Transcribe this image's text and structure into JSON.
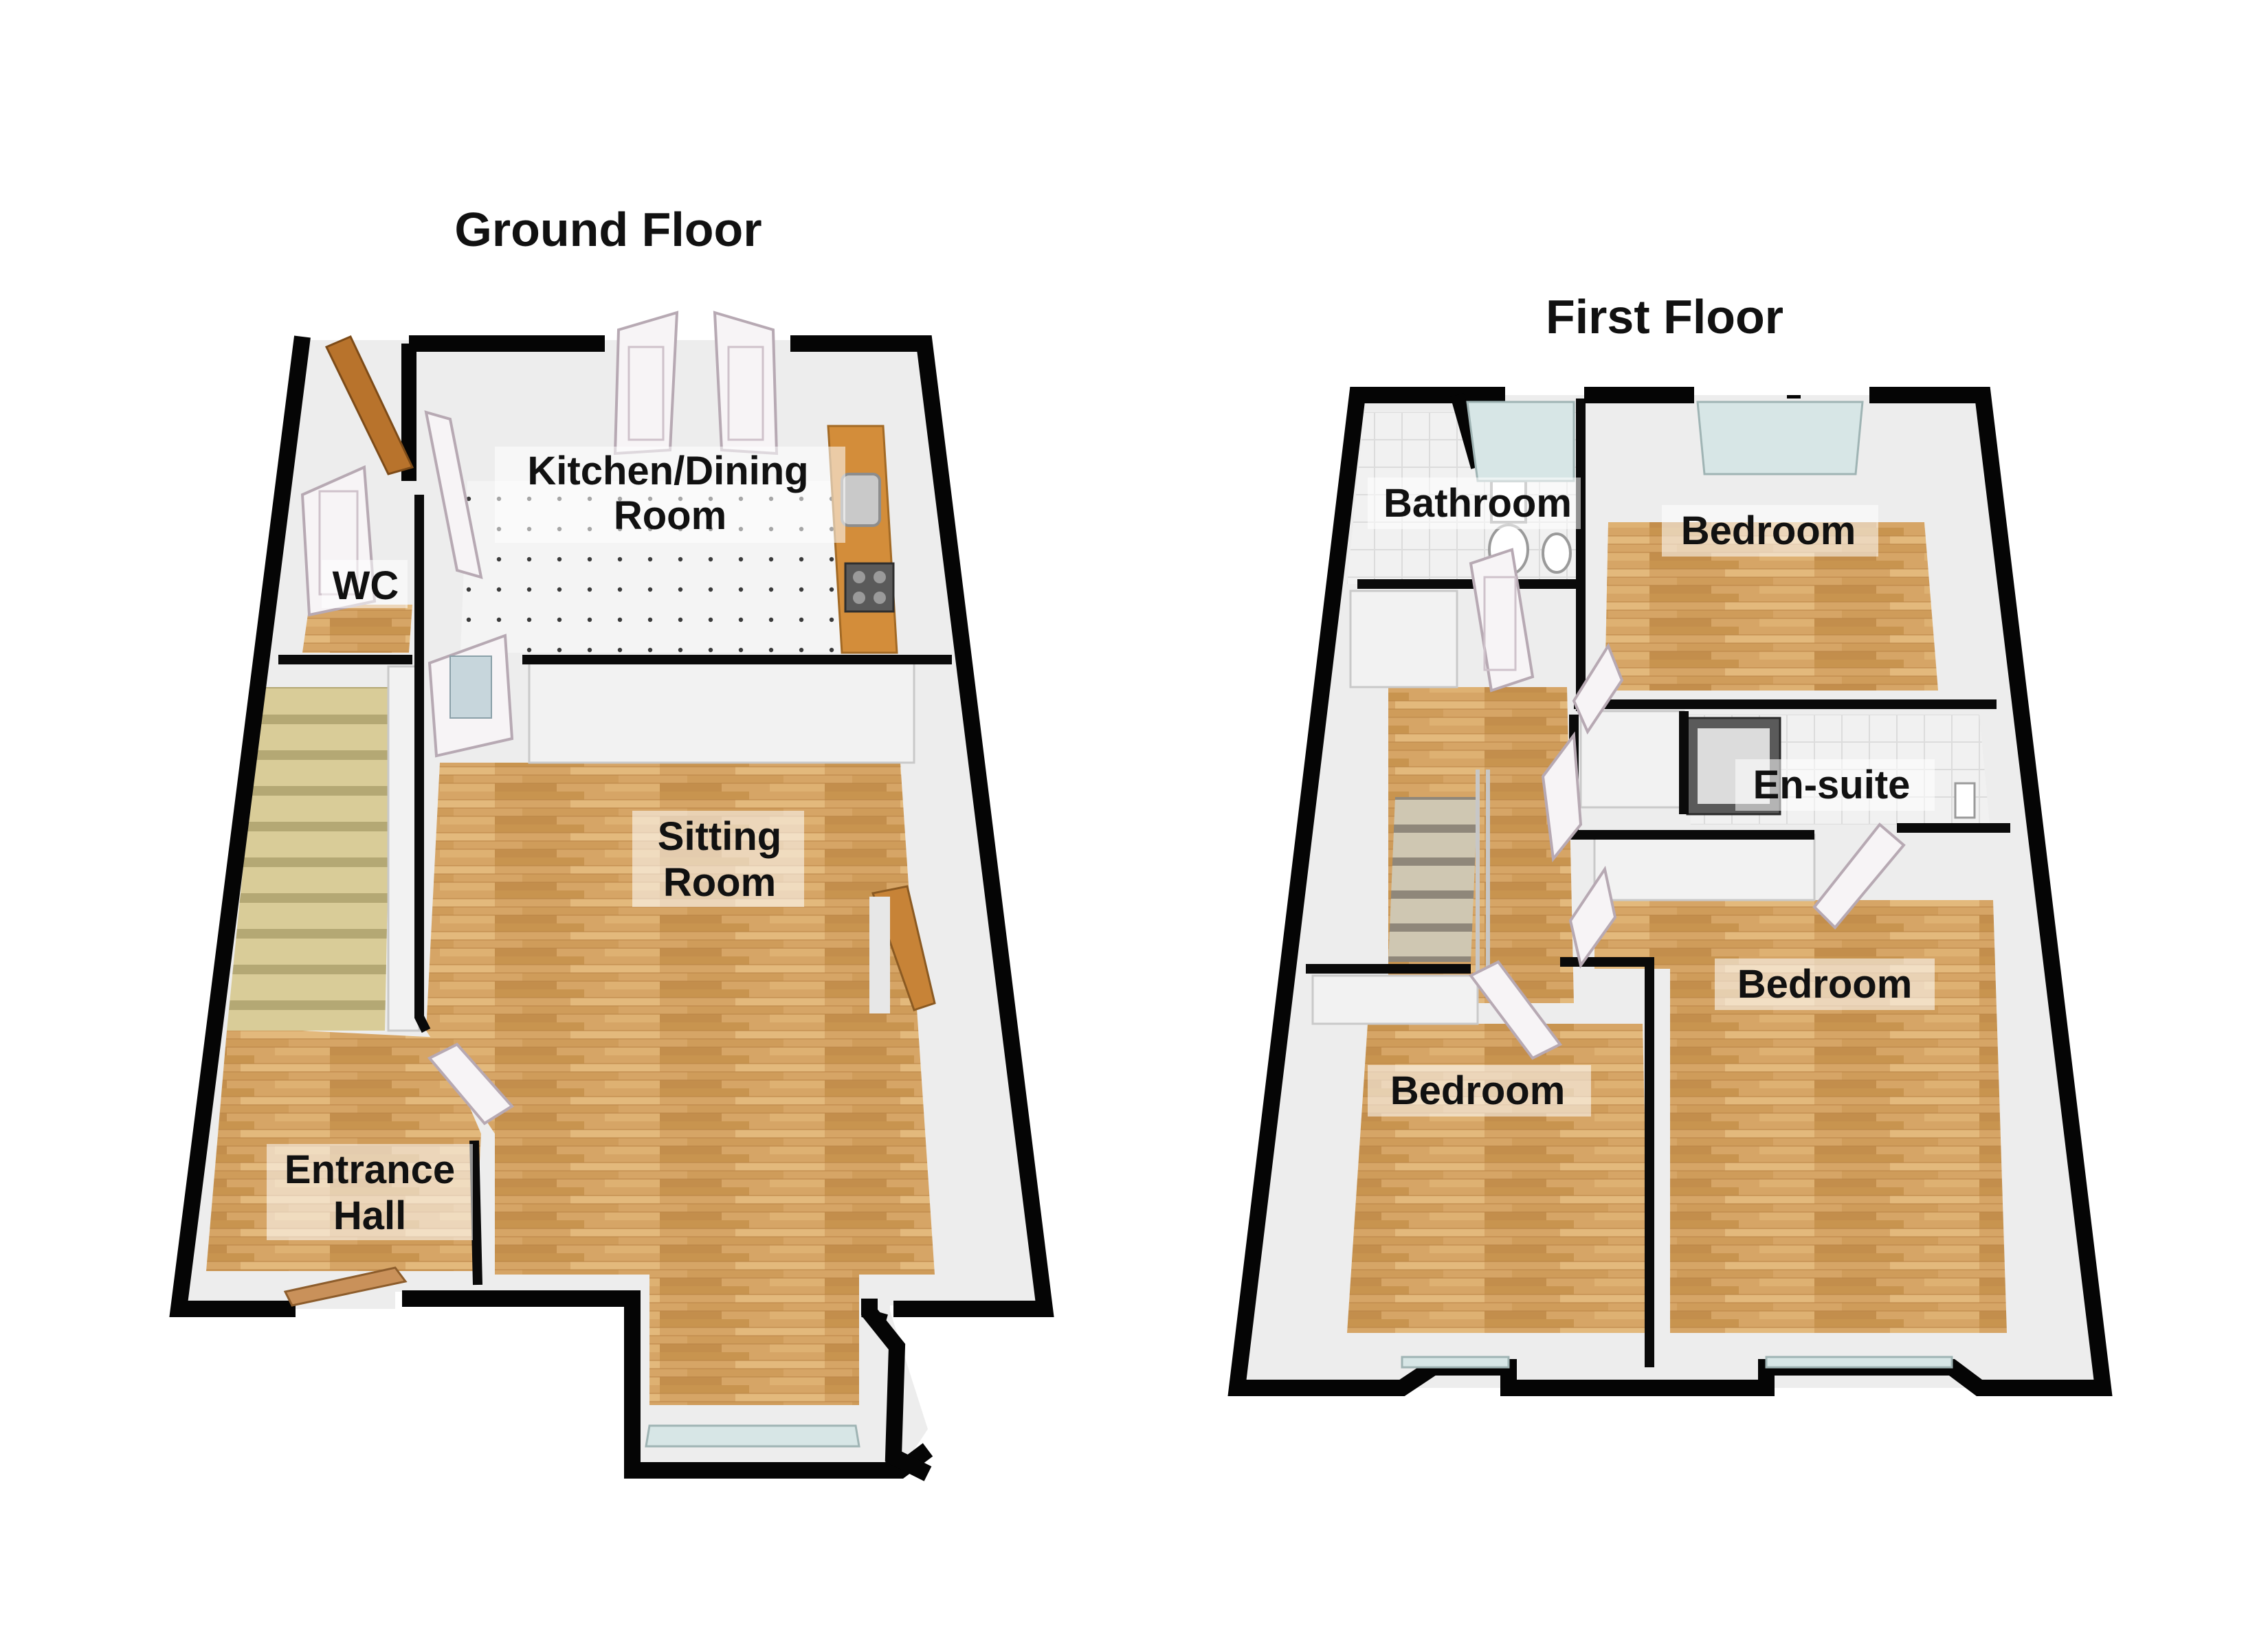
{
  "floors": {
    "ground": {
      "title": "Ground Floor",
      "rooms": {
        "kitchen": {
          "line1": "Kitchen/Dining",
          "line2": "Room"
        },
        "wc": {
          "line1": "WC"
        },
        "sitting": {
          "line1": "Sitting",
          "line2": "Room"
        },
        "entrance": {
          "line1": "Entrance",
          "line2": "Hall"
        }
      }
    },
    "first": {
      "title": "First Floor",
      "rooms": {
        "bathroom": {
          "line1": "Bathroom"
        },
        "bedroom_top": {
          "line1": "Bedroom"
        },
        "ensuite": {
          "line1": "En-suite"
        },
        "bedroom_right": {
          "line1": "Bedroom"
        },
        "bedroom_left": {
          "line1": "Bedroom"
        }
      }
    }
  },
  "colors": {
    "wall": "#050505",
    "wood_floor": "#d6a566",
    "tile_floor": "#f4f4f4",
    "carpet": "#c9bd8a",
    "wall_face": "#f0f0f0"
  }
}
